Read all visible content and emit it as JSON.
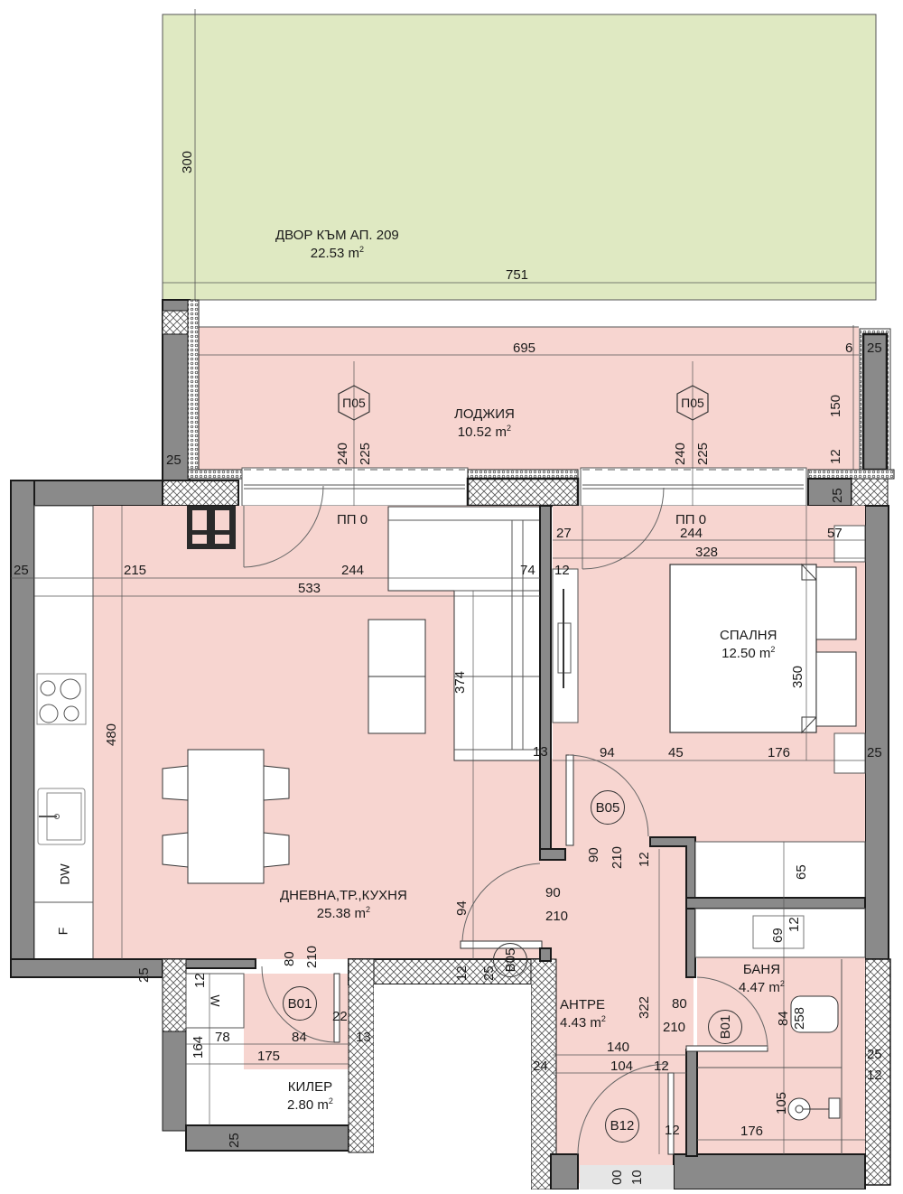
{
  "colors": {
    "yard": "#dfe9c2",
    "room": "#f7d5d0",
    "wall": "#8a8a8a",
    "wall_outline": "#1a1a1a",
    "insulation": "#ffffff",
    "furniture": "#ffffff"
  },
  "rooms": {
    "yard": {
      "name": "ДВОР КЪМ АП. 209",
      "area": "22.53 m",
      "sup": "2"
    },
    "loggia": {
      "name": "ЛОДЖИЯ",
      "area": "10.52 m",
      "sup": "2"
    },
    "living": {
      "name": "ДНЕВНА,ТР.,КУХНЯ",
      "area": "25.38 m",
      "sup": "2"
    },
    "bedroom": {
      "name": "СПАЛНЯ",
      "area": "12.50 m",
      "sup": "2"
    },
    "bathroom": {
      "name": "БАНЯ",
      "area": "4.47 m",
      "sup": "2"
    },
    "hall": {
      "name": "АНТРЕ",
      "area": "4.43 m",
      "sup": "2"
    },
    "pantry": {
      "name": "КИЛЕР",
      "area": "2.80 m",
      "sup": "2"
    }
  },
  "tags": {
    "window_left": "П05",
    "window_right": "П05",
    "door_bedroom": "В05",
    "door_living": "В05",
    "door_pantry": "В01",
    "door_bathroom": "В01",
    "door_entry": "В12"
  },
  "openings": {
    "window_left_w": "240",
    "window_left_h": "225",
    "window_right_w": "240",
    "window_right_h": "225",
    "sill_left": "ПП 0",
    "sill_right": "ПП 0",
    "door_bedroom_w": "90",
    "door_bedroom_h": "210",
    "door_living_w": "90",
    "door_living_h": "210",
    "door_pantry_w": "80",
    "door_pantry_h": "210",
    "door_bathroom_w": "80",
    "door_bathroom_h": "210",
    "door_entry_w": "00",
    "door_entry_h": "10"
  },
  "appliances": {
    "dishwasher": "DW",
    "fridge": "F",
    "washer": "W",
    "boiler": "258"
  },
  "dimensions": {
    "yard_height": "300",
    "yard_width": "751",
    "loggia_width": "695",
    "loggia_gap": "6",
    "loggia_wall": "25",
    "loggia_depth": "150",
    "loggia_12": "12",
    "loggia_left_25": "25",
    "right_wall_25": "25",
    "living_left_wall": "25",
    "living_215": "215",
    "living_244": "244",
    "living_533": "533",
    "living_74": "74",
    "living_12": "12",
    "living_480": "480",
    "living_374": "374",
    "living_13": "13",
    "living_94": "94",
    "living_bottom_25": "25",
    "bed_27": "27",
    "bed_244": "244",
    "bed_57": "57",
    "bed_328": "328",
    "bed_350": "350",
    "bed_94": "94",
    "bed_45": "45",
    "bed_176": "176",
    "bed_right_25": "25",
    "closet_65": "65",
    "hall_12a": "12",
    "hall_12b": "12",
    "hall_25": "25",
    "hall_322": "322",
    "hall_140": "140",
    "hall_104": "104",
    "hall_12c": "12",
    "hall_24": "24",
    "hall_12d": "12",
    "bath_69": "69",
    "bath_12": "12",
    "bath_84": "84",
    "bath_25": "25",
    "bath_12b": "12",
    "bath_105": "105",
    "bath_176": "176",
    "pantry_12": "12",
    "pantry_78": "78",
    "pantry_84": "84",
    "pantry_22": "22",
    "pantry_13": "13",
    "pantry_164": "164",
    "pantry_175": "175",
    "pantry_25": "25"
  }
}
